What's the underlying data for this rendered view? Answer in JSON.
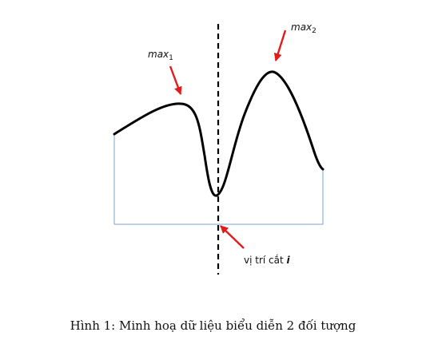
{
  "figure": {
    "label_max1_base": "max",
    "label_max1_sub": "1",
    "label_max2_base": "max",
    "label_max2_sub": "2",
    "cut_label_text": "vị trí cắt ",
    "cut_label_var": "i",
    "caption": "Hình 1: Minh hoạ dữ liệu biểu diễn 2 đối tượng"
  },
  "colors": {
    "curve": "#000000",
    "arrow": "#e31b1b",
    "box": "#7ea4cf",
    "cut_line": "#000000"
  }
}
